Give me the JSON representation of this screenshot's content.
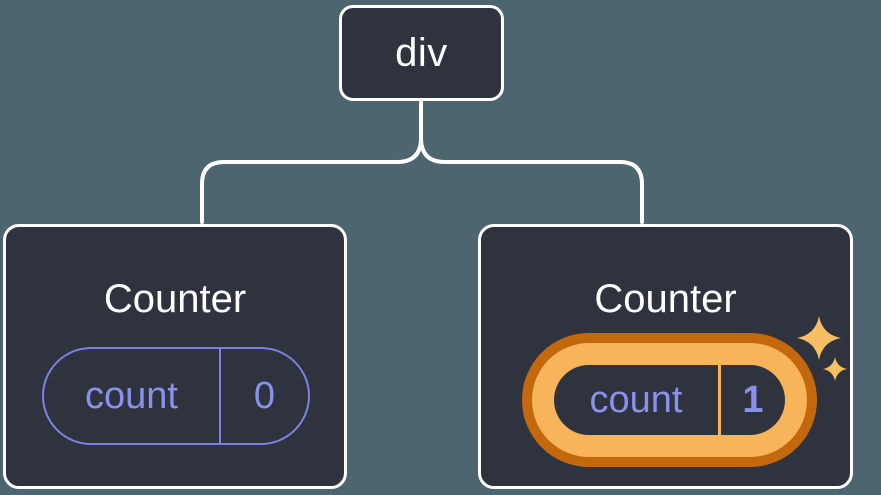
{
  "diagram": {
    "root": {
      "label": "div"
    },
    "children": [
      {
        "title": "Counter",
        "state": {
          "name": "count",
          "value": "0"
        },
        "highlighted": false
      },
      {
        "title": "Counter",
        "state": {
          "name": "count",
          "value": "1"
        },
        "highlighted": true
      }
    ]
  },
  "icons": {
    "sparkle_large": "sparkle-icon",
    "sparkle_small": "sparkle-icon"
  },
  "colors": {
    "background": "#4D656E",
    "node_fill": "#2E333E",
    "node_border": "#FFFFFF",
    "state_accent": "#8A90EE",
    "highlight_outer": "#C4680E",
    "highlight_inner": "#F8B45B",
    "sparkle": "#F8BE64"
  }
}
